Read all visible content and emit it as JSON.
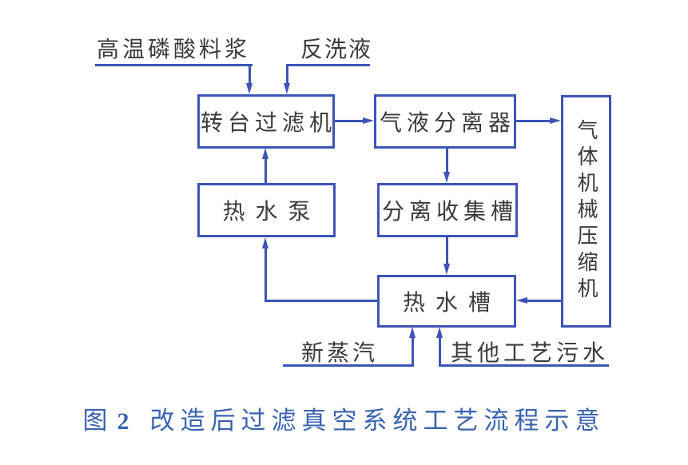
{
  "colors": {
    "line_blue": "#3d55b6",
    "caption_blue": "#3a63af",
    "text_dark": "#3b3b3b",
    "background": "#ffffff"
  },
  "diagram": {
    "boxes": {
      "rotary_filter": "转台过滤机",
      "separator": "气液分离器",
      "hot_water_pump": "热水泵",
      "collection_tank": "分离收集槽",
      "hot_water_tank": "热水槽",
      "compressor": "气体机械压缩机"
    },
    "inputs": {
      "slurry": "高温磷酸料浆",
      "backwash": "反洗液",
      "steam": "新蒸汽",
      "wastewater": "其他工艺污水"
    },
    "edges": [
      {
        "from": "高温磷酸料浆",
        "to": "转台过滤机"
      },
      {
        "from": "反洗液",
        "to": "转台过滤机"
      },
      {
        "from": "转台过滤机",
        "to": "气液分离器"
      },
      {
        "from": "气液分离器",
        "to": "气体机械压缩机"
      },
      {
        "from": "气液分离器",
        "to": "分离收集槽"
      },
      {
        "from": "分离收集槽",
        "to": "热水槽"
      },
      {
        "from": "气体机械压缩机",
        "to": "热水槽"
      },
      {
        "from": "热水槽",
        "to": "热水泵"
      },
      {
        "from": "热水泵",
        "to": "转台过滤机"
      },
      {
        "from": "新蒸汽",
        "to": "热水槽"
      },
      {
        "from": "其他工艺污水",
        "to": "热水槽"
      }
    ]
  },
  "caption": {
    "figure_word": "图",
    "figure_number": "2",
    "title": "改造后过滤真空系统工艺流程示意"
  }
}
